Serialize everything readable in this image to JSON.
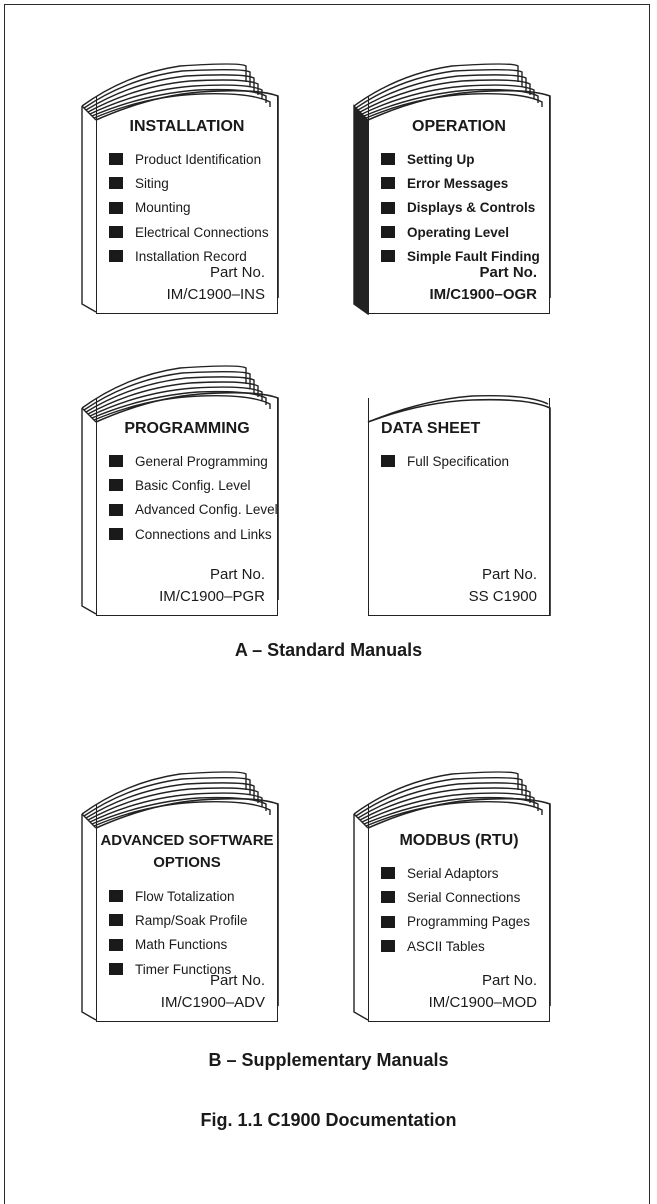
{
  "books": [
    {
      "title": "INSTALLATION",
      "items": [
        "Product Identification",
        "Siting",
        "Mounting",
        "Electrical Connections",
        "Installation Record"
      ],
      "part_label": "Part No.",
      "part_number": "IM/C1900–INS"
    },
    {
      "title": "OPERATION",
      "items": [
        "Setting Up",
        "Error Messages",
        "Displays & Controls",
        "Operating Level",
        "Simple Fault Finding"
      ],
      "part_label": "Part No.",
      "part_number": "IM/C1900–OGR"
    },
    {
      "title": "PROGRAMMING",
      "items": [
        "General Programming",
        "Basic Config. Level",
        "Advanced Config. Level",
        "Connections and Links"
      ],
      "part_label": "Part No.",
      "part_number": "IM/C1900–PGR"
    },
    {
      "title": "DATA SHEET",
      "items": [
        "Full Specification"
      ],
      "part_label": "Part No.",
      "part_number": "SS C1900"
    },
    {
      "title_line1": "ADVANCED SOFTWARE",
      "title_line2": "OPTIONS",
      "items": [
        "Flow Totalization",
        "Ramp/Soak Profile",
        "Math Functions",
        "Timer Functions"
      ],
      "part_label": "Part No.",
      "part_number": "IM/C1900–ADV"
    },
    {
      "title": "MODBUS (RTU)",
      "items": [
        "Serial Adaptors",
        "Serial Connections",
        "Programming Pages",
        "ASCII Tables"
      ],
      "part_label": "Part No.",
      "part_number": "IM/C1900–MOD"
    }
  ],
  "captions": {
    "standard": "A – Standard Manuals",
    "supplementary": "B – Supplementary Manuals",
    "figure": "Fig. 1.1 C1900 Documentation"
  }
}
